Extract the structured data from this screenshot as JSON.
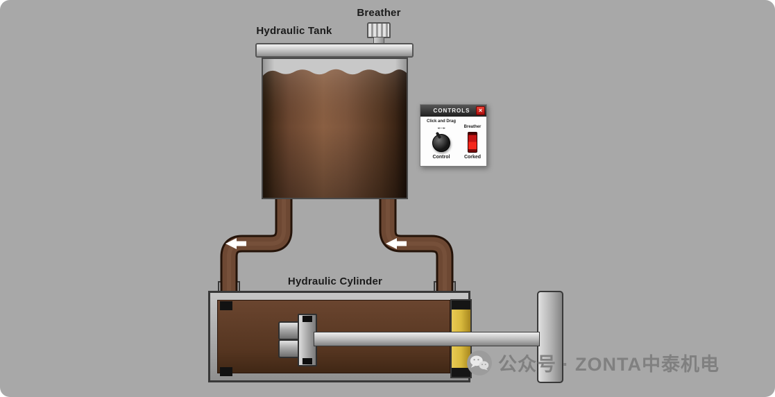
{
  "scene": {
    "background": "#a8a8a8"
  },
  "tank": {
    "label": "Hydraulic Tank",
    "breather_label": "Breather"
  },
  "cylinder": {
    "label": "Hydraulic Cylinder"
  },
  "controls_panel": {
    "title": "CONTROLS",
    "close_label": "×",
    "knob": {
      "hint": "Click and Drag",
      "arrow": "↔",
      "label": "Control"
    },
    "breather_switch": {
      "name": "Breather",
      "state": "Corked"
    }
  },
  "watermark": {
    "text": "公众号 · ZONTA中泰机电"
  },
  "colors": {
    "canvas_gray": "#a8a8a8",
    "fluid_brown": "#6b4630",
    "pipe_brown": "#6d4833",
    "gland_yellow": "#d8b93c",
    "switch_red": "#d81f1a",
    "close_button_red": "#c9281f"
  }
}
